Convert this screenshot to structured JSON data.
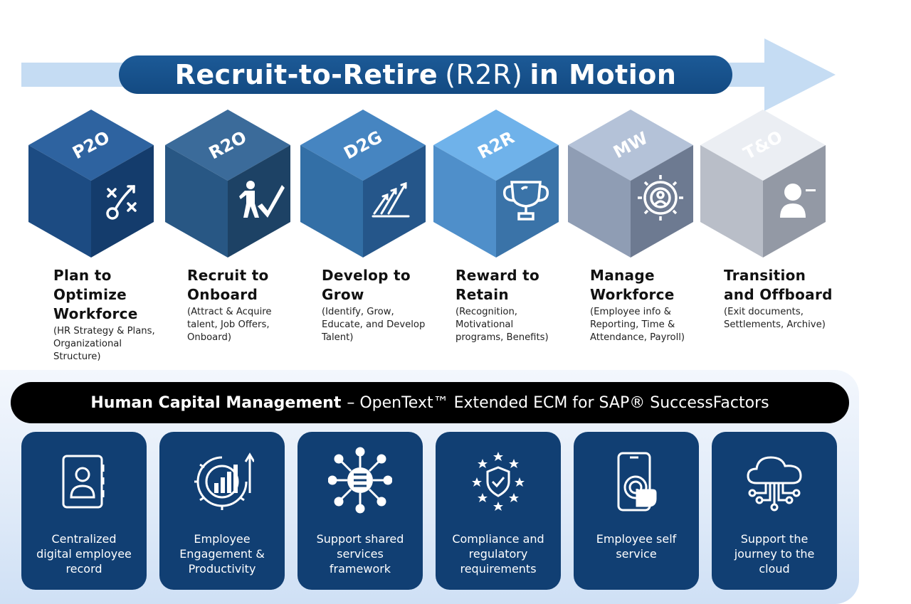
{
  "header": {
    "title_bold_1": "Recruit-to-Retire",
    "title_light": "(R2R)",
    "title_bold_2": "in Motion",
    "arrow_color": "#c5dcf3",
    "banner_color": "#134a82"
  },
  "phases": [
    {
      "code": "P2O",
      "title": "Plan to\nOptimize\nWorkforce",
      "description": "(HR Strategy & Plans,\nOrganizational\nStructure)",
      "icon": "strategy-play-icon",
      "colors": {
        "top": "#2e63a0",
        "left": "#1c4b82",
        "right": "#143c6c"
      }
    },
    {
      "code": "R2O",
      "title": "Recruit to\nOnboard",
      "description": "(Attract & Acquire\ntalent, Job Offers,\nOnboard)",
      "icon": "person-checkmark-icon",
      "colors": {
        "top": "#3b6b9a",
        "left": "#285784",
        "right": "#1d4265"
      }
    },
    {
      "code": "D2G",
      "title": "Develop to\nGrow",
      "description": "(Identify, Grow,\nEducate,  and Develop\nTalent)",
      "icon": "growth-arrows-icon",
      "colors": {
        "top": "#4685c1",
        "left": "#336fa6",
        "right": "#25568a"
      }
    },
    {
      "code": "R2R",
      "title": "Reward to\nRetain",
      "description": "(Recognition,\nMotivational\nprograms, Benefits)",
      "icon": "trophy-icon",
      "colors": {
        "top": "#6fb2ea",
        "left": "#4f8fca",
        "right": "#3a73a8"
      }
    },
    {
      "code": "MW",
      "title": "Manage\nWorkforce",
      "description": "(Employee info &\nReporting, Time &\nAttendance, Payroll)",
      "icon": "gear-person-icon",
      "colors": {
        "top": "#b4c2d8",
        "left": "#8f9db4",
        "right": "#6d7a91"
      }
    },
    {
      "code": "T&O",
      "title": "Transition\nand Offboard",
      "description": "(Exit documents,\nSettlements, Archive)",
      "icon": "person-remove-icon",
      "colors": {
        "top": "#ebeef3",
        "left": "#b9bec8",
        "right": "#9399a5"
      }
    }
  ],
  "hcm": {
    "bold": "Human Capital Management",
    "rest": "– OpenText™ Extended ECM for SAP® SuccessFactors",
    "capabilities": [
      {
        "label": "Centralized\ndigital employee\nrecord",
        "icon": "employee-record-icon"
      },
      {
        "label": "Employee\nEngagement &\nProductivity",
        "icon": "gear-chart-icon"
      },
      {
        "label": "Support shared\nservices\nframework",
        "icon": "network-hub-icon"
      },
      {
        "label": "Compliance and\nregulatory\nrequirements",
        "icon": "shield-stars-icon"
      },
      {
        "label": "Employee self\nservice",
        "icon": "phone-touch-icon"
      },
      {
        "label": "Support the\njourney to the\ncloud",
        "icon": "cloud-network-icon"
      }
    ],
    "card_color": "#113f73"
  }
}
